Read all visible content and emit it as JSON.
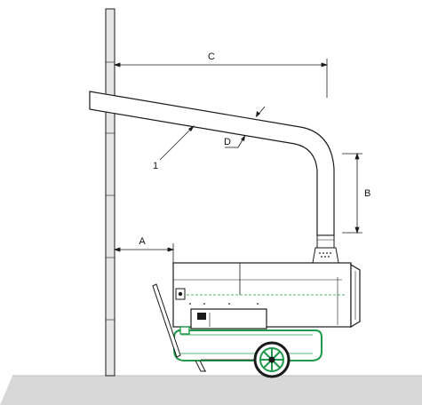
{
  "labels": {
    "a": "A",
    "b": "B",
    "c": "C",
    "d": "D",
    "item_1": "1"
  },
  "colors": {
    "line": "#1a1a1a",
    "trim": "#1e9a4a",
    "floor": "#d8d8d8",
    "wall": "#e6e6e6"
  }
}
